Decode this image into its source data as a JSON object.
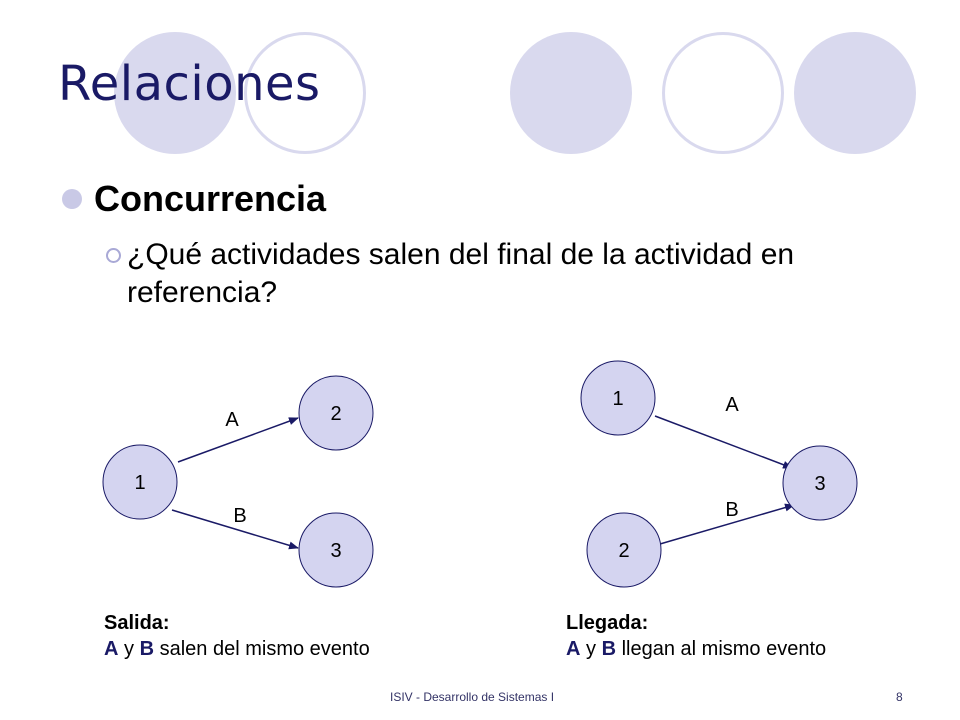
{
  "slide": {
    "title": "Relaciones",
    "bullet_level1": "Concurrencia",
    "bullet_level2": "¿Qué actividades salen del final de la actividad en referencia?"
  },
  "diagram_left": {
    "nodes": [
      "1",
      "2",
      "3"
    ],
    "edges": [
      {
        "label": "A",
        "from": "1",
        "to": "2"
      },
      {
        "label": "B",
        "from": "1",
        "to": "3"
      }
    ]
  },
  "diagram_right": {
    "nodes": [
      "1",
      "2",
      "3"
    ],
    "edges": [
      {
        "label": "A",
        "from": "1",
        "to": "3"
      },
      {
        "label": "B",
        "from": "2",
        "to": "3"
      }
    ]
  },
  "caption_left": {
    "heading": "Salida:",
    "key_a": "A",
    "connector": "y",
    "key_b": "B",
    "rest": "salen del mismo evento"
  },
  "caption_right": {
    "heading": "Llegada:",
    "key_a": "A",
    "connector": "y",
    "key_b": "B",
    "rest": "llegan al mismo evento"
  },
  "footer": {
    "text": "ISIV - Desarrollo de Sistemas I",
    "page_number": "8"
  },
  "colors": {
    "title": "#1a1a66",
    "decoration": "#d9d9ee",
    "node_fill": "#d4d4f0",
    "line": "#1a1a66"
  }
}
